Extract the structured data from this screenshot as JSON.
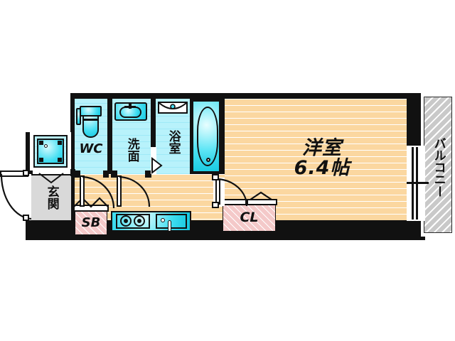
{
  "document": {
    "type": "floor-plan",
    "layout_name": "1K",
    "language": "ja"
  },
  "rooms": [
    {
      "id": "washitsu",
      "label": "洋室",
      "size_label": "6.4帖",
      "romaji": "Western-style room",
      "fill": "#fbd7a0"
    },
    {
      "id": "balcony",
      "label": "バルコニー",
      "size_label": "",
      "romaji": "Balcony",
      "fill": "#c9c9c9"
    },
    {
      "id": "genkan",
      "label": "玄関",
      "size_label": "",
      "romaji": "Entrance",
      "fill": "#d9d9d9"
    },
    {
      "id": "wc",
      "label": "WC",
      "size_label": "",
      "romaji": "Toilet",
      "fill": "#b8f2fb"
    },
    {
      "id": "senmen",
      "label": "洗面",
      "size_label": "",
      "romaji": "Washbasin",
      "fill": "#b8f2fb"
    },
    {
      "id": "yokushitsu",
      "label": "浴室",
      "size_label": "",
      "romaji": "Bathroom",
      "fill": "#b8f2fb"
    },
    {
      "id": "closet",
      "label": "CL",
      "size_label": "",
      "romaji": "Closet",
      "fill": "#f4c9c9"
    },
    {
      "id": "shoebox",
      "label": "SB",
      "size_label": "",
      "romaji": "Shoe box",
      "fill": "#f4c9c9"
    }
  ],
  "labels": {
    "washitsu_name": "洋室",
    "washitsu_area": "6.4帖",
    "balcony": "バルコニー",
    "genkan": "玄関",
    "wc": "WC",
    "senmen": "洗面",
    "yokushitsu": "浴室",
    "closet": "CL",
    "shoebox": "SB"
  },
  "fixtures": [
    {
      "name": "toilet",
      "room": "wc"
    },
    {
      "name": "washbasin",
      "room": "senmen"
    },
    {
      "name": "bathtub",
      "room": "yokushitsu"
    },
    {
      "name": "bath-vanity",
      "room": "yokushitsu"
    },
    {
      "name": "washing-machine",
      "room": "genkan"
    },
    {
      "name": "gas-stove",
      "room": "kitchen",
      "burners": 2
    },
    {
      "name": "kitchen-sink",
      "room": "kitchen"
    }
  ],
  "doors": [
    {
      "name": "entrance-door",
      "type": "swing-out"
    },
    {
      "name": "wc-door",
      "type": "swing-in"
    },
    {
      "name": "washroom-door",
      "type": "swing-in"
    },
    {
      "name": "bath-door",
      "type": "folding"
    },
    {
      "name": "closet-door",
      "type": "folding"
    },
    {
      "name": "shoebox-door",
      "type": "folding"
    },
    {
      "name": "balcony-door",
      "type": "sliding-glass"
    }
  ],
  "colors": {
    "wall": "#111111",
    "floor": "#fbd7a0",
    "tile": "#b8f2fb",
    "closet": "#f4c9c9",
    "genkan": "#d9d9d9",
    "balcony": "#c9c9c9",
    "fixture": "#46dff2"
  }
}
